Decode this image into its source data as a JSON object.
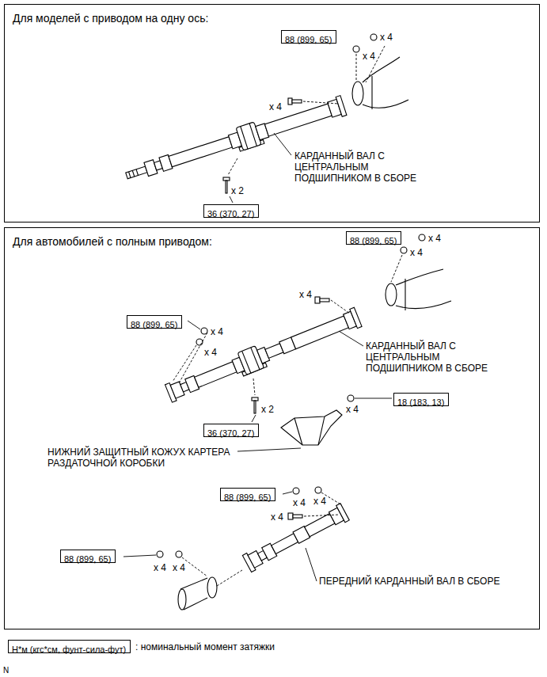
{
  "diagram": {
    "nodes": [
      {
        "text": [
          "Для моделей с приводом на одну ось:"
        ]
      },
      {
        "text": [
          "88 (899, 65)"
        ],
        "in": 0
      },
      {
        "text": [
          "36 (370, 27)"
        ],
        "in": 0
      },
      {
        "text": [
          "Для автомобилей с полным приводом:"
        ]
      },
      {
        "text": [
          "88 (899, 65)"
        ],
        "in": 3
      },
      {
        "text": [
          "88 (899, 65)"
        ],
        "in": 3
      },
      {
        "text": [
          "18 (183, 13)"
        ],
        "in": 3
      },
      {
        "text": [
          "36 (370, 27)"
        ],
        "in": 3
      },
      {
        "text": [
          "88 (899, 65)"
        ],
        "in": 3
      },
      {
        "text": [
          "88 (899, 65)"
        ],
        "in": 3
      },
      {
        "text": [
          "Н*м (кгс*см, фунт-сила-фут)"
        ]
      }
    ],
    "labels": [
      "x 4",
      "x 4",
      "x 4",
      "КАРДАННЫЙ ВАЛ С ЦЕНТРАЛЬНЫМ ПОДШИПНИКОМ В СБОРЕ",
      "x 2",
      "x 4",
      "x 4",
      "x 4",
      "x 4",
      "x 4",
      "КАРДАННЫЙ ВАЛ С ЦЕНТРАЛЬНЫМ ПОДШИПНИКОМ В СБОРЕ",
      "x 2",
      "x 4",
      "НИЖНИЙ ЗАЩИТНЫЙ КОЖУХ КАРТЕРА РАЗДАТОЧНОЙ КОРОБКИ",
      "x 4",
      "x 4",
      "x 4",
      "x 4",
      "x 4",
      "ПЕРЕДНИЙ КАРДАННЫЙ ВАЛ В СБОРЕ",
      ": номинальный момент затяжки",
      "N"
    ]
  }
}
